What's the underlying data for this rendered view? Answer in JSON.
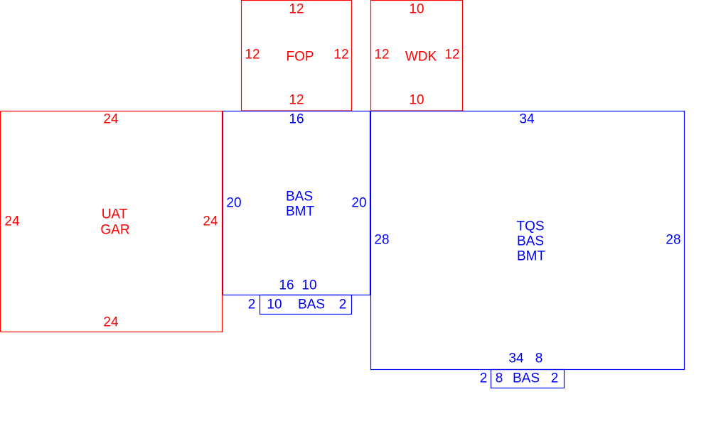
{
  "colors": {
    "red": "#ff0000",
    "blue": "#0000ff"
  },
  "areas": {
    "fop": {
      "name": "FOP",
      "top": "12",
      "left": "12",
      "right": "12",
      "bottom": "12"
    },
    "wdk": {
      "name": "WDK",
      "top": "10",
      "left": "12",
      "right": "12",
      "bottom": "10"
    },
    "garage": {
      "line1": "UAT",
      "line2": "GAR",
      "top": "24",
      "left": "24",
      "right": "24",
      "bottom": "24"
    },
    "bas_bmt": {
      "line1": "BAS",
      "line2": "BMT",
      "top": "16",
      "left": "20",
      "right": "20",
      "bottom_a": "16",
      "bottom_b": "10"
    },
    "tqs": {
      "line1": "TQS",
      "line2": "BAS",
      "line3": "BMT",
      "top": "34",
      "left": "28",
      "right": "28",
      "bottom_a": "34",
      "bottom_b": "8"
    },
    "bas_small_1": {
      "name": "BAS",
      "left": "2",
      "top": "10",
      "right": "2"
    },
    "bas_small_2": {
      "name": "BAS",
      "left": "2",
      "top": "8",
      "right": "2"
    }
  }
}
